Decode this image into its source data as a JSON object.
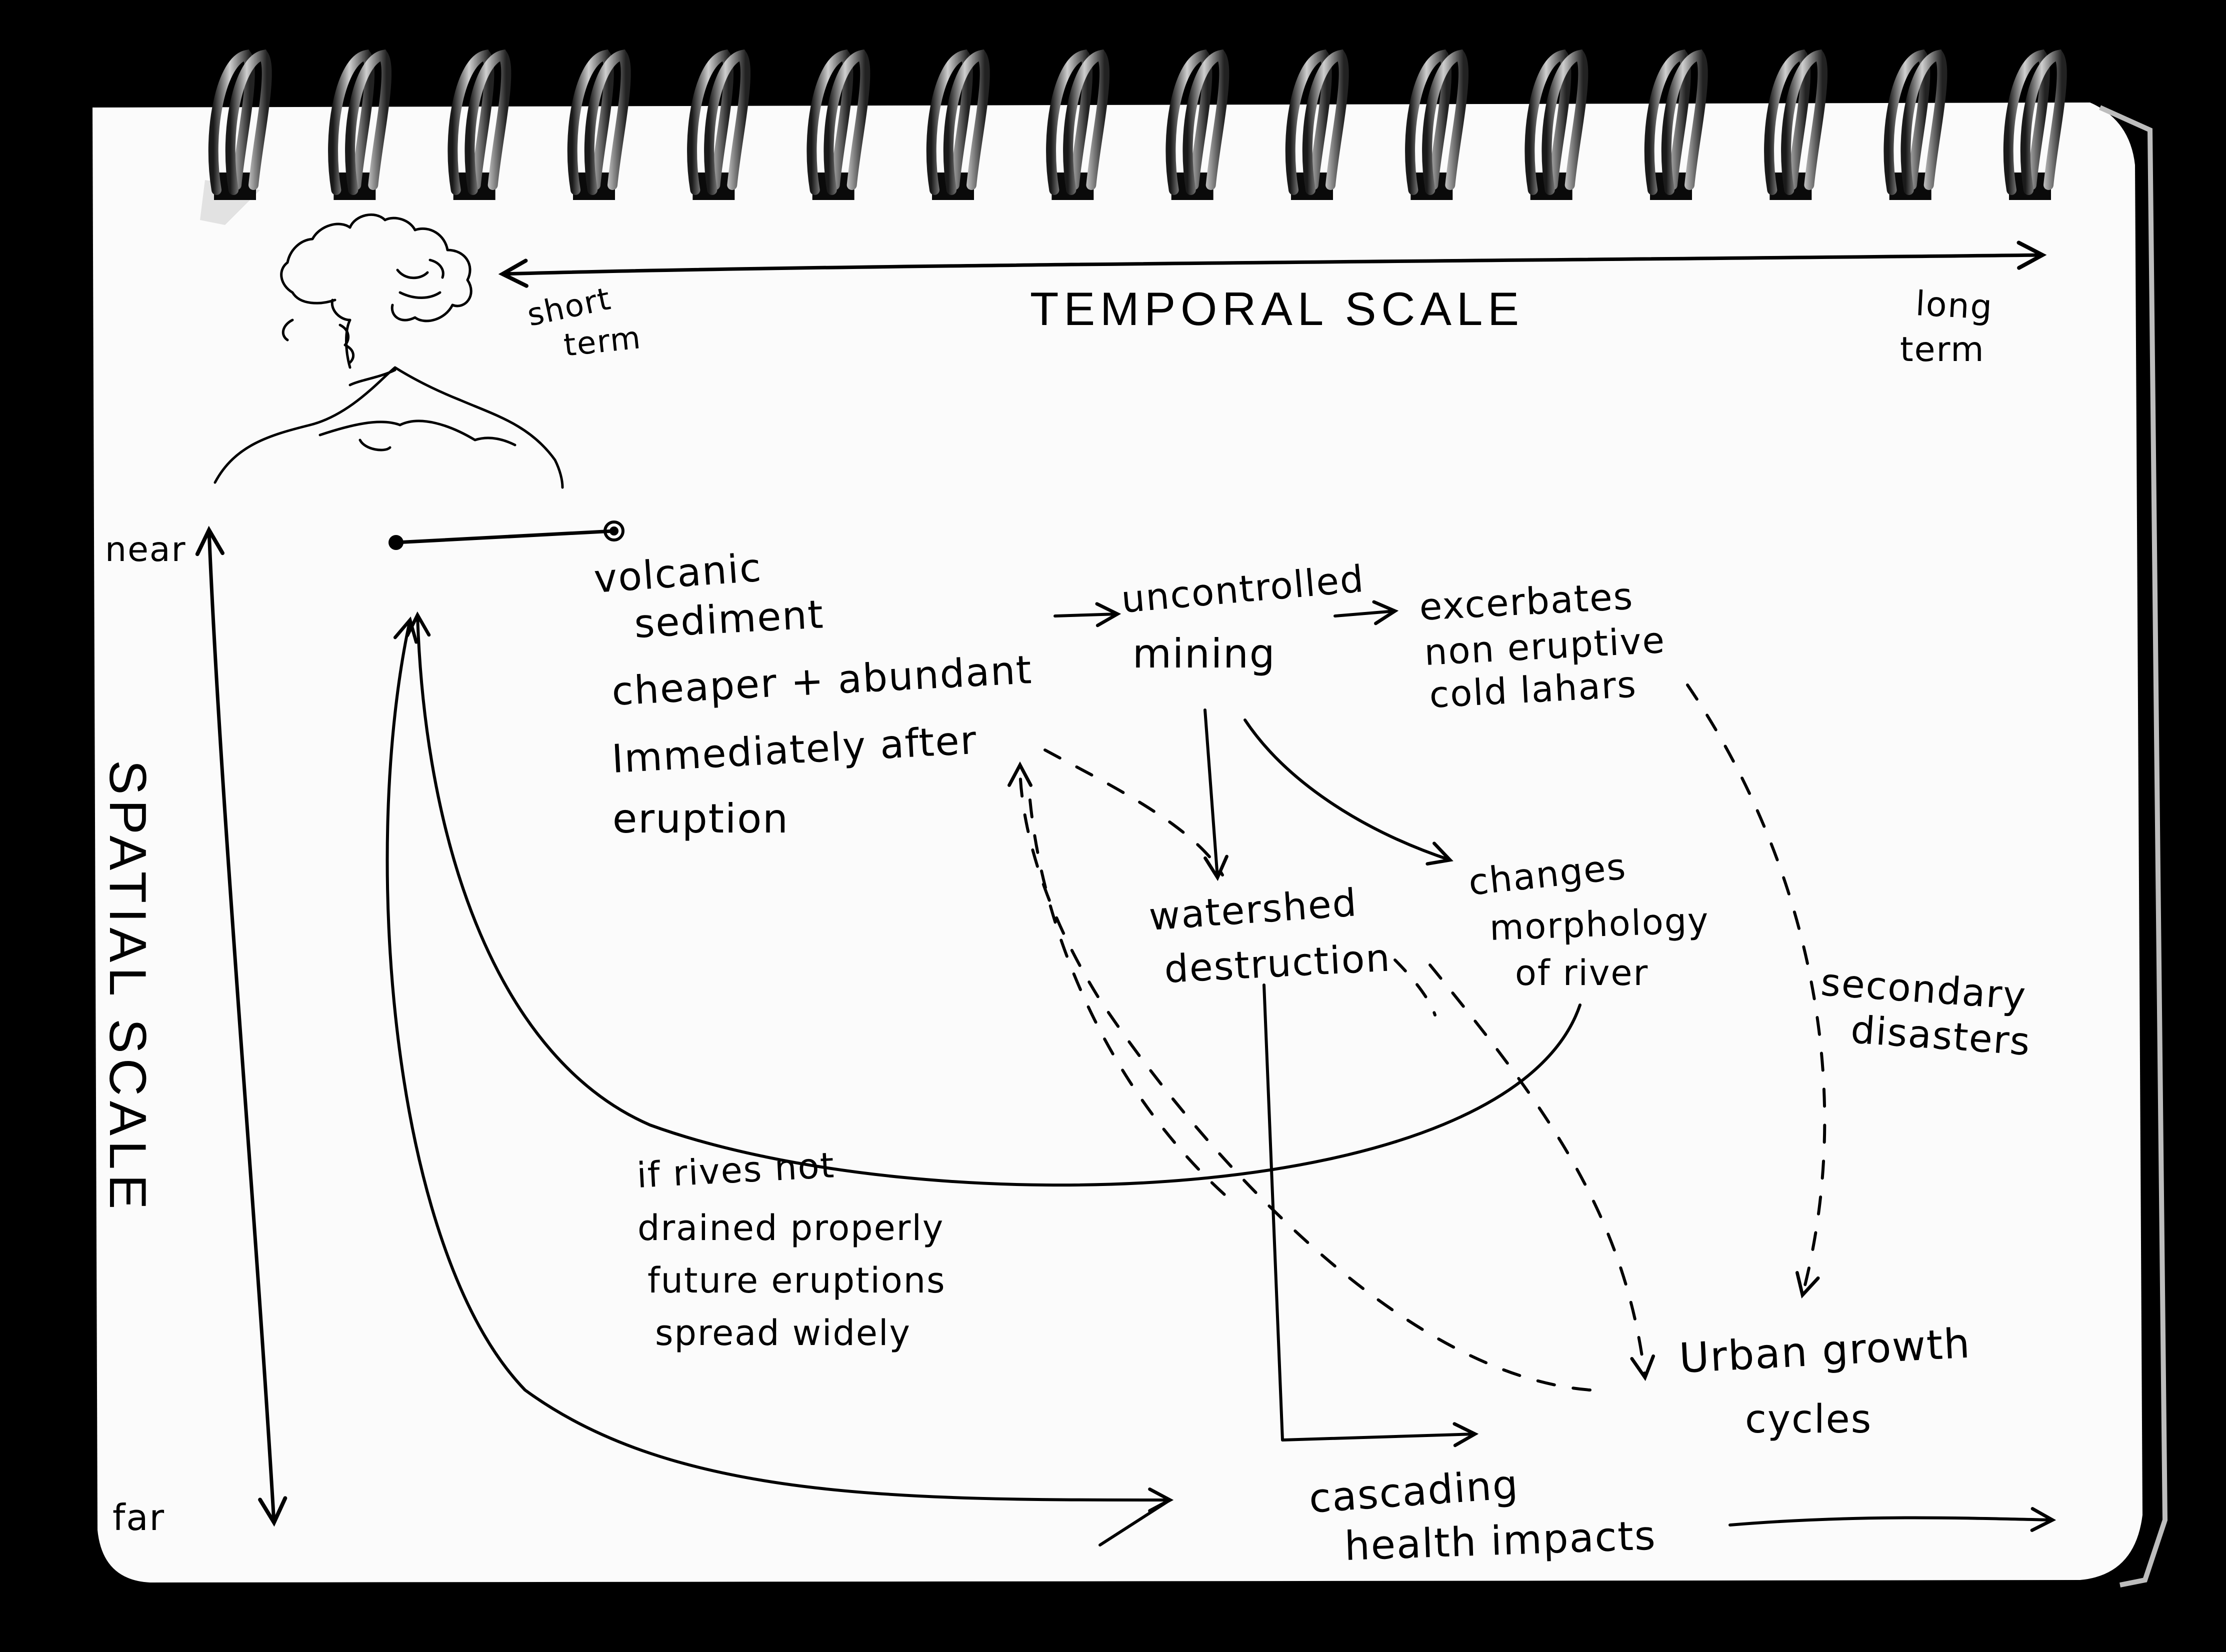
{
  "diagram": {
    "axes": {
      "temporal": {
        "title": "TEMPORAL SCALE",
        "start_label": [
          "short",
          "term"
        ],
        "end_label": [
          "long",
          "term"
        ]
      },
      "spatial": {
        "title": "SPATIAL SCALE",
        "start_label": "near",
        "end_label": "far"
      }
    },
    "nodes": {
      "volcanic_sediment": [
        "volcanic",
        "sediment",
        "cheaper + abundant",
        "Immediately  after",
        "eruption"
      ],
      "uncontrolled_mining": [
        "uncontrolled",
        "mining"
      ],
      "exacerbates": [
        "excerbates",
        "non eruptive",
        "cold lahars"
      ],
      "watershed_destruction": [
        "watershed",
        "destruction"
      ],
      "changes_morphology": [
        "changes",
        "morphology",
        "of river"
      ],
      "secondary_disasters": [
        "secondary",
        "disasters"
      ],
      "rivers_not_drained": [
        "if rives not",
        "drained properly",
        "future eruptions",
        "spread widely"
      ],
      "urban_growth": [
        "Urban growth",
        "cycles"
      ],
      "cascading_health": [
        "cascading",
        "health  impacts"
      ]
    },
    "colors": {
      "background": "#000000",
      "paper": "#fbfbfb",
      "ink": "#000000"
    },
    "icons": [
      "volcano-icon",
      "spiral-binding-icon"
    ]
  }
}
